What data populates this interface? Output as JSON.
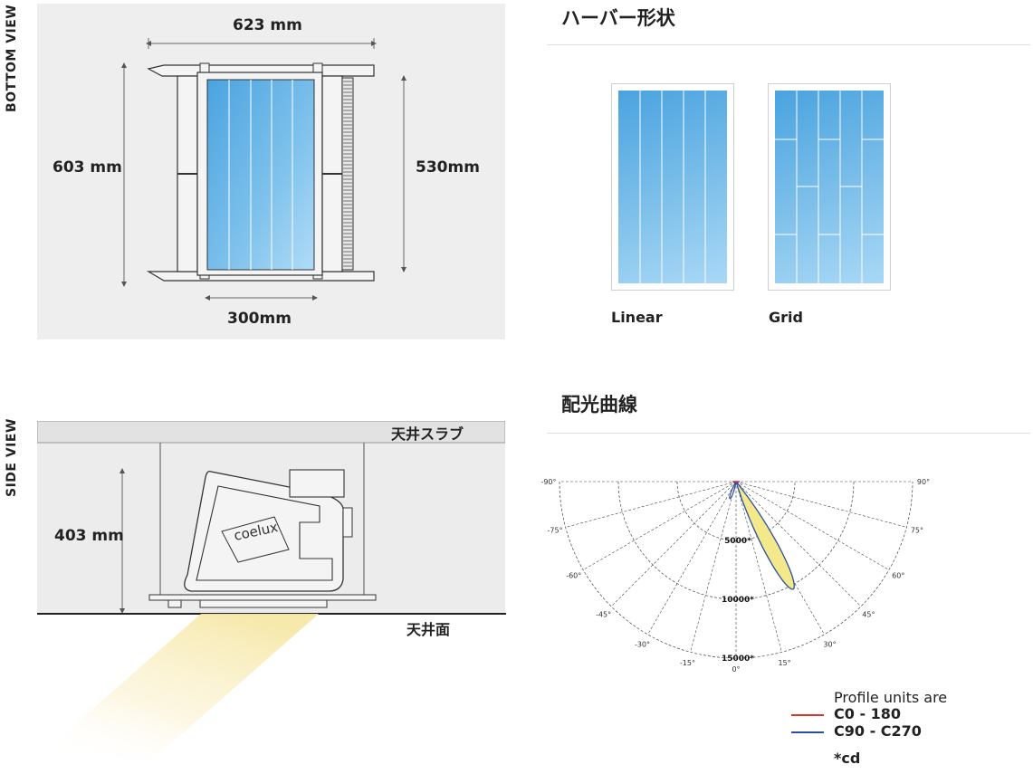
{
  "bottom_view": {
    "label": "BOTTOM VIEW",
    "width_label": "623 mm",
    "height_label": "603 mm",
    "inner_height_label": "530mm",
    "inner_width_label": "300mm"
  },
  "side_view": {
    "label": "SIDE VIEW",
    "slab_label": "天井スラブ",
    "height_label": "403 mm",
    "ceiling_label": "天井面",
    "brand": "coelux"
  },
  "louver": {
    "heading": "ハーバー形状",
    "options": [
      {
        "label": "Linear"
      },
      {
        "label": "Grid"
      }
    ]
  },
  "distribution": {
    "heading": "配光曲線",
    "angles_left": [
      "-90°",
      "-75°",
      "-60°",
      "-45°",
      "-30°",
      "-15°"
    ],
    "angle_zero": "0°",
    "angles_right": [
      "15°",
      "30°",
      "45°",
      "60°",
      "75°",
      "90°"
    ],
    "rings": [
      "5000*",
      "10000*",
      "15000*"
    ],
    "legend": {
      "title": "Profile units are",
      "c0": "C0 - 180",
      "c90": "C90 - C270",
      "unit": "*cd"
    },
    "colors": {
      "c0": "#d9342b",
      "c90": "#2b4fa0",
      "beam_fill": "#f3e98a"
    }
  }
}
